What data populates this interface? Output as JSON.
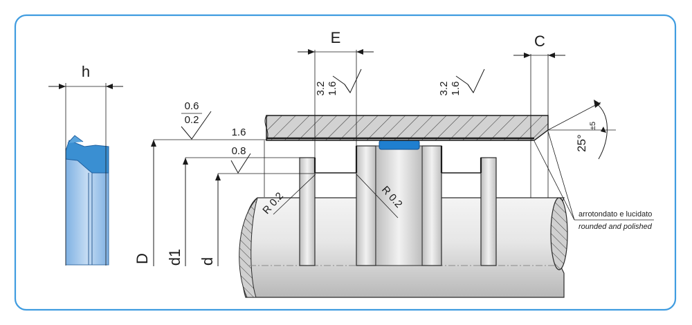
{
  "dimensions": {
    "h": "h",
    "E": "E",
    "C": "C",
    "D": "D",
    "d1": "d1",
    "d": "d"
  },
  "roughness": {
    "left_top": "0.6",
    "left_bottom": "0.2",
    "bore": "1.6",
    "shaft": "0.8",
    "groove_top": "3.2",
    "groove_bottom": "1.6",
    "right_top": "3.2",
    "right_bottom": "1.6"
  },
  "radii": {
    "left": "R 0.2",
    "right": "R 0.2"
  },
  "angle": {
    "value": "25°",
    "tolerance": "±5"
  },
  "notes": {
    "italian": "arrotondato e lucidato",
    "english": "rounded and polished"
  },
  "colors": {
    "frame": "#3f9ce0",
    "seal_body": "#9fc4ea",
    "seal_lip": "#3a8fd2",
    "insert": "#1f7fd0",
    "metal": "#d9d9d9",
    "hatch_fill": "#cfcfcf"
  }
}
